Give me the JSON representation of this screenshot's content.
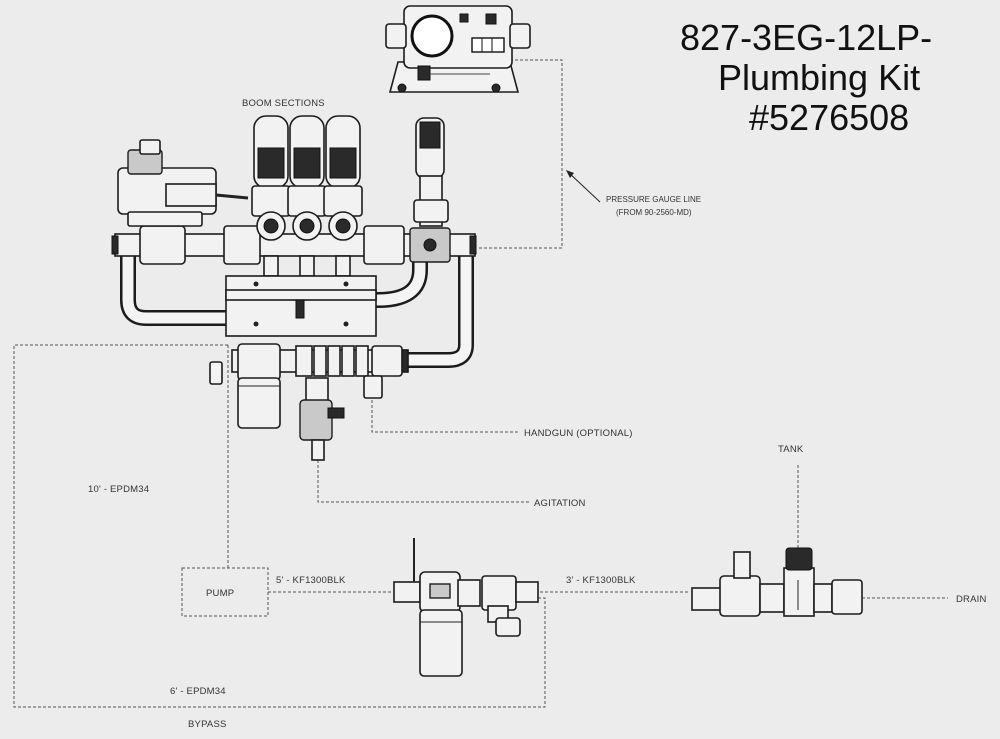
{
  "title": {
    "line1": "827-3EG-12LP-",
    "line2": "Plumbing Kit",
    "line3": "#5276508"
  },
  "labels": {
    "boom_sections": "BOOM SECTIONS",
    "pressure_gauge_line_1": "PRESSURE GAUGE LINE",
    "pressure_gauge_line_2": "(FROM 90-2560-MD)",
    "handgun": "HANDGUN (OPTIONAL)",
    "tank": "TANK",
    "agitation": "AGITATION",
    "hose_10ft": "10' - EPDM34",
    "pump": "PUMP",
    "hose_5ft": "5' - KF1300BLK",
    "hose_3ft": "3' - KF1300BLK",
    "drain": "DRAIN",
    "hose_6ft": "6' - EPDM34",
    "bypass": "BYPASS"
  }
}
